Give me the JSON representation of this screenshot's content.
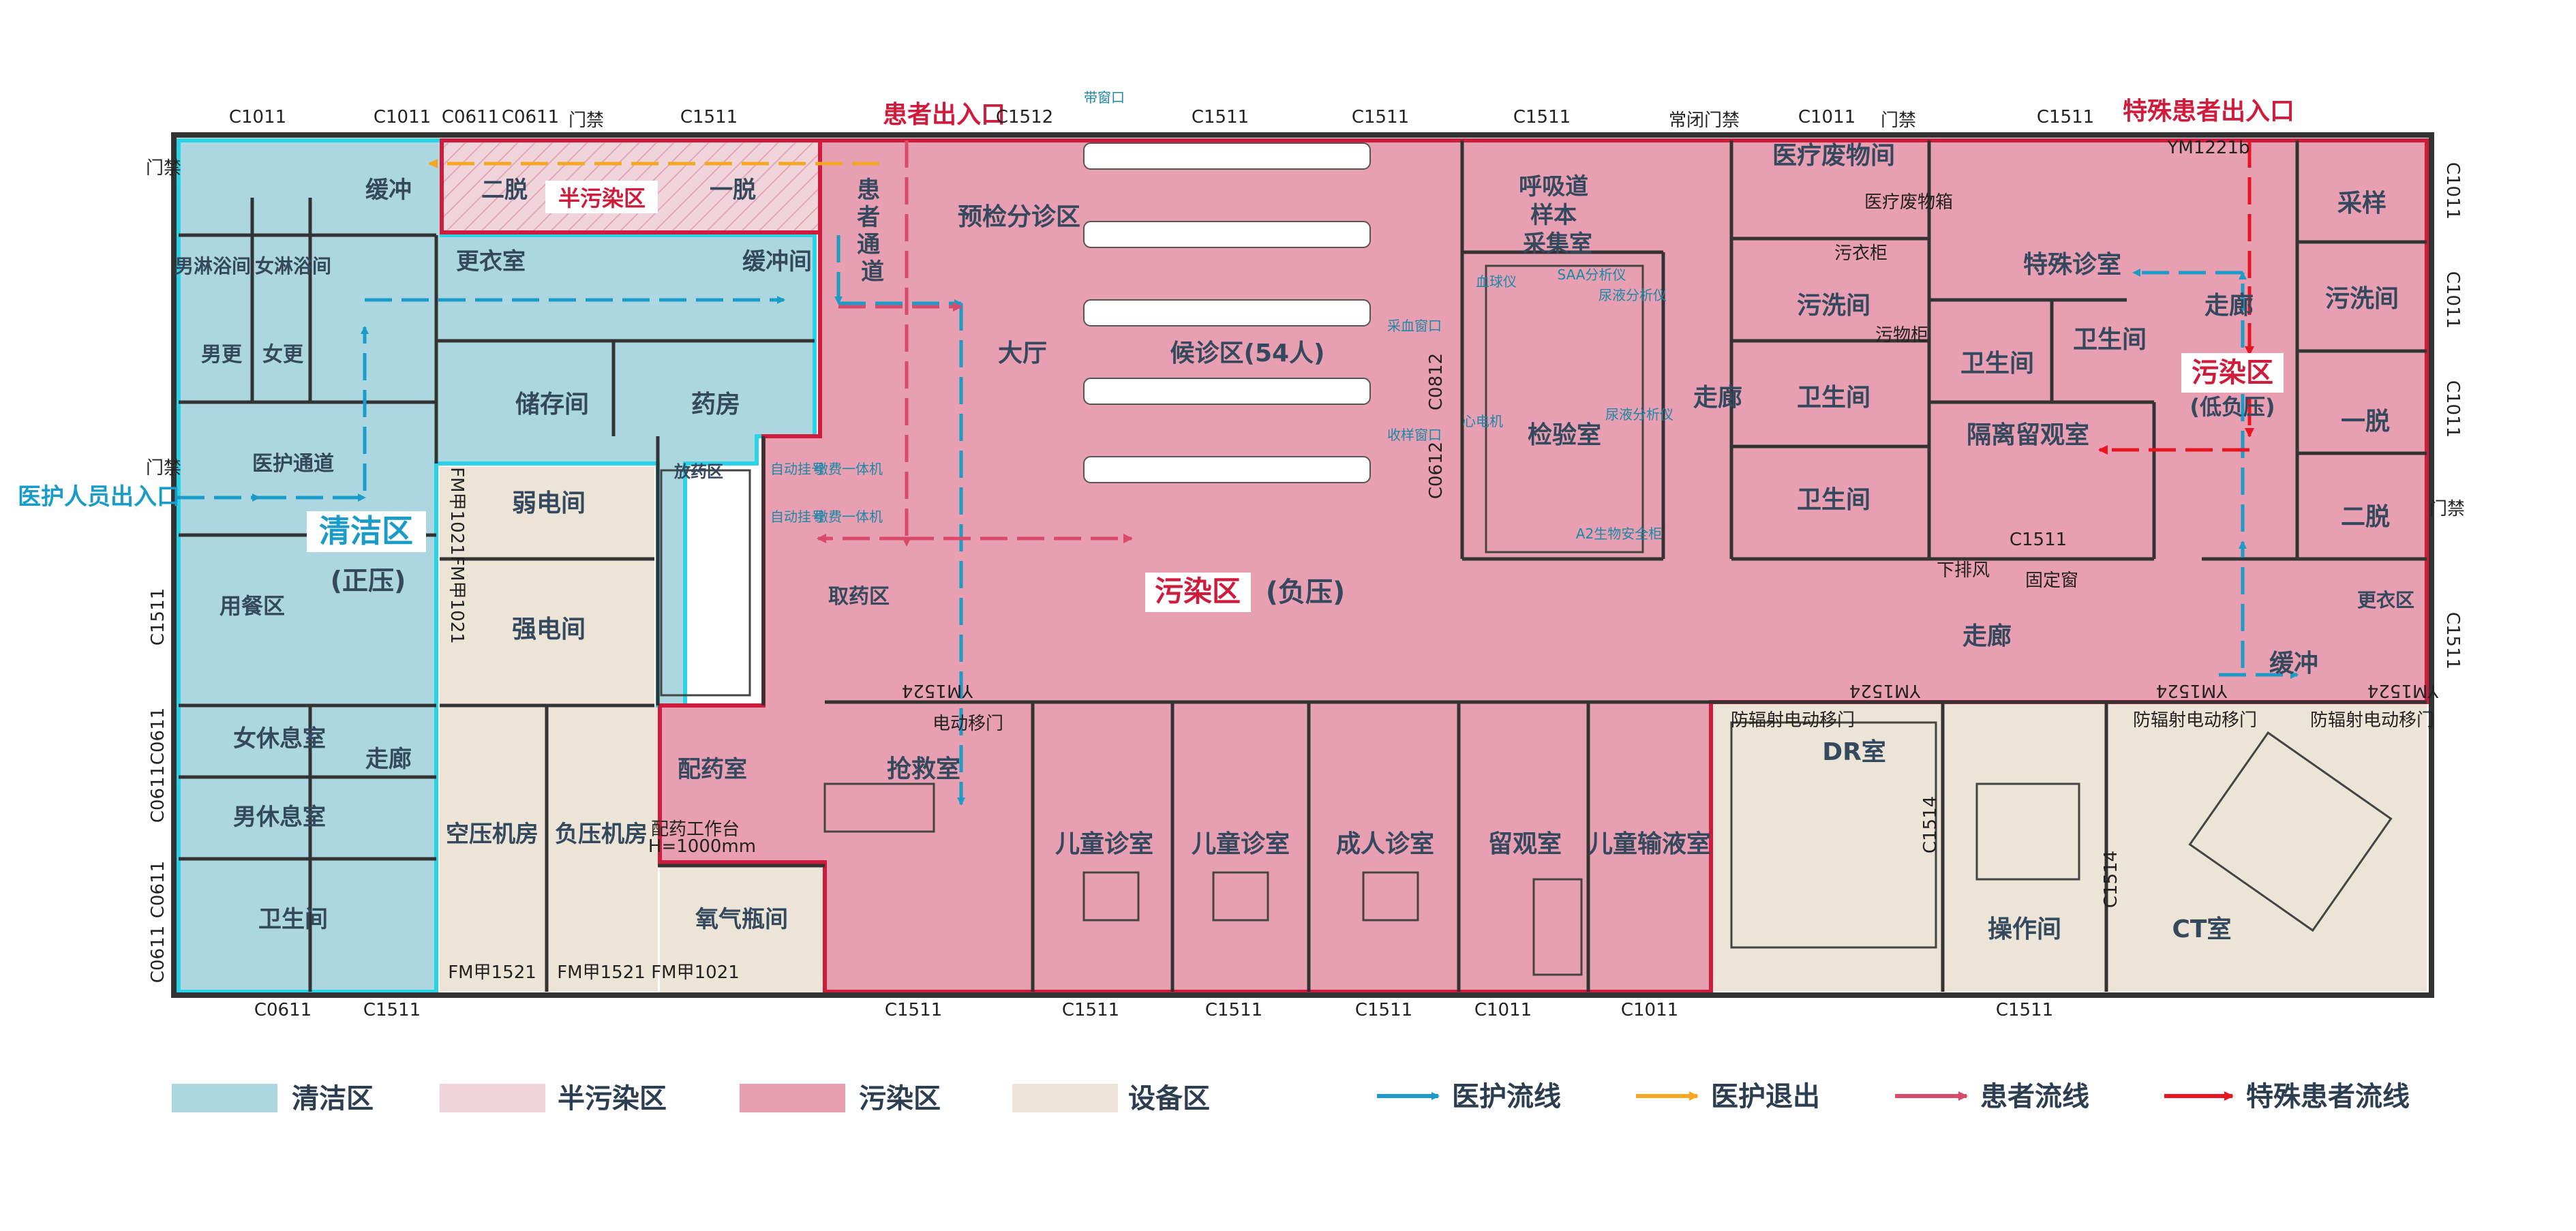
{
  "colors": {
    "clean": "#acd7e0",
    "semi": "#f1d3da",
    "contaminated": "#e79fb1",
    "equipment": "#ece4d6",
    "medical_flow": "#1b9bc8",
    "medical_exit": "#f5a623",
    "patient_flow": "#d94b6c",
    "special_patient_flow": "#e8141f"
  },
  "entrances": {
    "patient": "患者出入口",
    "special_patient": "特殊患者出入口",
    "staff": "医护人员出入口",
    "access_control": "门禁",
    "delivery_window": "带窗口",
    "corridor_door": "常闭门禁"
  },
  "zones": {
    "clean": "清洁区",
    "clean_sub": "(正压)",
    "semi": "半污染区",
    "contaminated": "污染区",
    "contaminated_sub": "(负压)",
    "contaminated_east": "污染区",
    "contaminated_east_sub": "(低负压)"
  },
  "rooms": {
    "buffer1": "缓冲",
    "tuo2": "二脱",
    "tuo1": "一脱",
    "male_shower": "男淋浴间",
    "female_shower": "女淋浴间",
    "male_change": "男更",
    "female_change": "女更",
    "locker": "更衣室",
    "buffer2": "缓冲间",
    "medical_passage": "医护通道",
    "storage": "储存间",
    "pharmacy": "药房",
    "dispensing_area": "放药区",
    "weak_power": "弱电间",
    "strong_power": "强电间",
    "dining": "用餐区",
    "female_rest": "女休息室",
    "male_rest": "男休息室",
    "corridor_west": "走廊",
    "toilet_west": "卫生间",
    "air_comp": "空压机房",
    "neg_press": "负压机房",
    "oxygen": "氧气瓶间",
    "prep": "配药室",
    "patient_passage": "患者通道",
    "triage": "预检分诊区",
    "hall": "大厅",
    "waiting": "候诊区(54人)",
    "pickup": "取药区",
    "resp_sample": "呼吸道样本采集室",
    "lab": "检验室",
    "emergency": "抢救室",
    "child1": "儿童诊室",
    "child2": "儿童诊室",
    "adult": "成人诊室",
    "observe": "留观室",
    "child_infusion": "儿童输液室",
    "corridor_mid": "走廊",
    "waste": "医疗废物间",
    "wash1": "污洗间",
    "toilet1": "卫生间",
    "toilet2": "卫生间",
    "special_clinic": "特殊诊室",
    "toilet3": "卫生间",
    "toilet4": "卫生间",
    "isolation": "隔离留观室",
    "corridor_e": "走廊",
    "sampling": "采样",
    "wash2": "污洗间",
    "e_tuo1": "一脱",
    "e_tuo2": "二脱",
    "e_locker": "更衣区",
    "e_buffer": "缓冲",
    "corridor_south": "走廊",
    "dr": "DR室",
    "operating": "操作间",
    "ct": "CT室"
  },
  "dims": {
    "d1": "C1011",
    "d2": "C1011",
    "d3": "C0611",
    "d4": "C0611",
    "d5": "C1511",
    "d6": "C1512",
    "d7": "C1511",
    "d8": "C1511",
    "d9": "C1511",
    "d10": "C1011",
    "d11": "C1511",
    "d12": "YM1221b",
    "d13": "C1011",
    "d14": "C1011",
    "d15": "C1011",
    "d16": "C1511",
    "d17": "C1511",
    "d18": "C0611",
    "d19": "C0611",
    "d20": "C0611",
    "d21": "C0611",
    "d22": "C0611",
    "d23": "C1511",
    "d24": "FM甲1521",
    "d25": "FM甲1521",
    "d26": "FM甲1021",
    "d27": "FM甲1021",
    "d28": "FM甲1021",
    "d29": "C1511",
    "d30": "C1511",
    "d31": "C1511",
    "d32": "C1511",
    "d33": "C1011",
    "d34": "C1011",
    "d35": "C1511",
    "d36": "YM1524",
    "d37": "YM1524",
    "d38": "YM1524",
    "d39": "YM1524",
    "d40": "C0812",
    "d41": "C0612",
    "d42": "C1514",
    "d43": "C1514",
    "d44": "C1511"
  },
  "small_notes": {
    "blood_window": "采血窗口",
    "sample_window": "收样窗口",
    "blood_room": "血球仪",
    "saa": "SAA分析仪",
    "urine": "尿液分析仪",
    "urine2": "尿液分析仪",
    "bio_cabinet": "A2生物安全柜",
    "ecg": "心电机",
    "auto_reg1": "自动挂号",
    "pay1": "缴费一体机",
    "auto_reg2": "自动挂号",
    "pay2": "缴费一体机",
    "exhaust": "下排风",
    "fixed_window": "固定窗",
    "sliding_door": "电动移门",
    "radiation_door1": "防辐射电动移门",
    "radiation_door2": "防辐射电动移门",
    "workbench": "配药工作台",
    "workbench_dim": "H=1000mm",
    "wash_cabinet": "污衣柜",
    "waste_bin": "污物柜",
    "medical_bin": "医疗废物箱"
  },
  "legend": {
    "clean": "清洁区",
    "semi": "半污染区",
    "contaminated": "污染区",
    "equipment": "设备区",
    "medical_flow": "医护流线",
    "medical_exit": "医护退出",
    "patient_flow": "患者流线",
    "special_patient_flow": "特殊患者流线"
  }
}
